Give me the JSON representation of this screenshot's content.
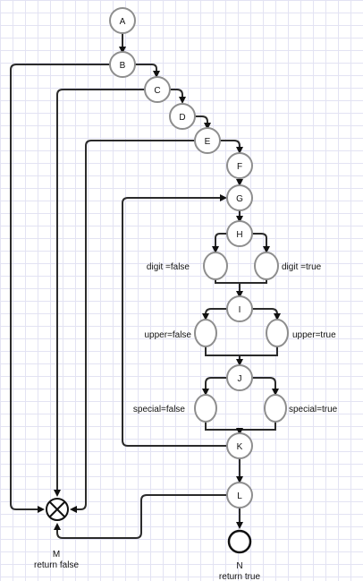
{
  "nodes": {
    "A": "A",
    "B": "B",
    "C": "C",
    "D": "D",
    "E": "E",
    "F": "F",
    "G": "G",
    "H": "H",
    "I": "I",
    "J": "J",
    "K": "K",
    "L": "L"
  },
  "branch_labels": {
    "digit_false": "digit =false",
    "digit_true": "digit =true",
    "upper_false": "upper=false",
    "upper_true": "upper=true",
    "special_false": "special=false",
    "special_true": "special=true"
  },
  "terminals": {
    "M_id": "M",
    "M_text": "return false",
    "N_id": "N",
    "N_text": "return true"
  },
  "colors": {
    "node_stroke": "#8e8e8e",
    "edge": "#2b2b2b",
    "grid": "#e3e3f3"
  }
}
